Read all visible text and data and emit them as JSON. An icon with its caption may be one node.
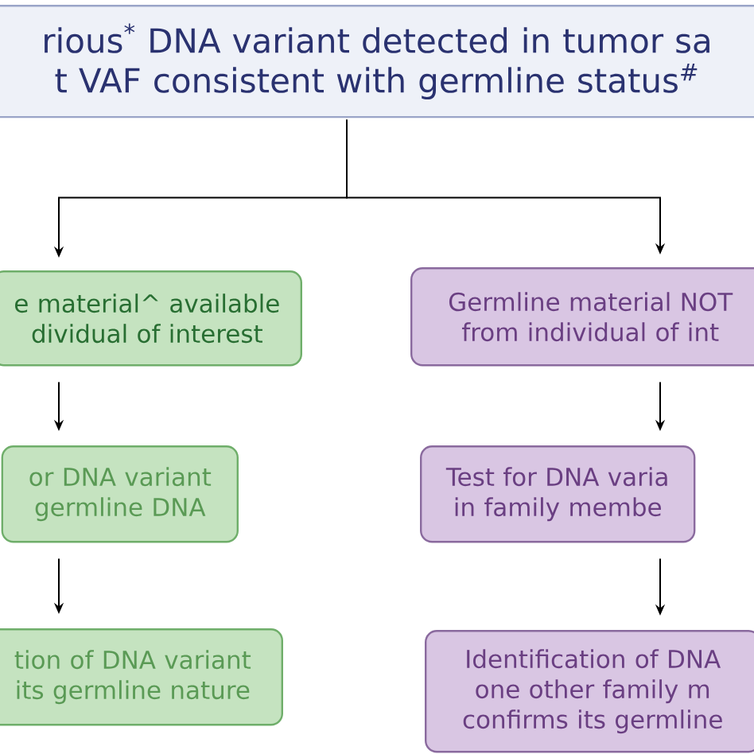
{
  "diagram": {
    "nodes": [
      {
        "text": [
          "rious$^{*}$ DNA variant detected in tumor sa t VAF consistent with germline status$^{#}$"
        ]
      },
      {
        "text": [
          "e material^ available dividual of interest"
        ]
      },
      {
        "text": [
          "or DNA variant germline DNA"
        ]
      },
      {
        "text": [
          "tion of DNA variant its germline nature"
        ]
      },
      {
        "text": [
          "Germline material NOT from individual of int"
        ]
      },
      {
        "text": [
          "Test for DNA varia in family membe"
        ]
      },
      {
        "text": [
          "Identification of DNA one other family m confirms its germline"
        ]
      }
    ],
    "edges": [
      {
        "from": 0,
        "to": 1,
        "arrow": "to"
      },
      {
        "from": 0,
        "to": 4,
        "arrow": "to"
      },
      {
        "from": 1,
        "to": 2,
        "arrow": "to"
      },
      {
        "from": 2,
        "to": 3,
        "arrow": "to"
      },
      {
        "from": 4,
        "to": 5,
        "arrow": "to"
      },
      {
        "from": 5,
        "to": 6,
        "arrow": "to"
      }
    ]
  }
}
